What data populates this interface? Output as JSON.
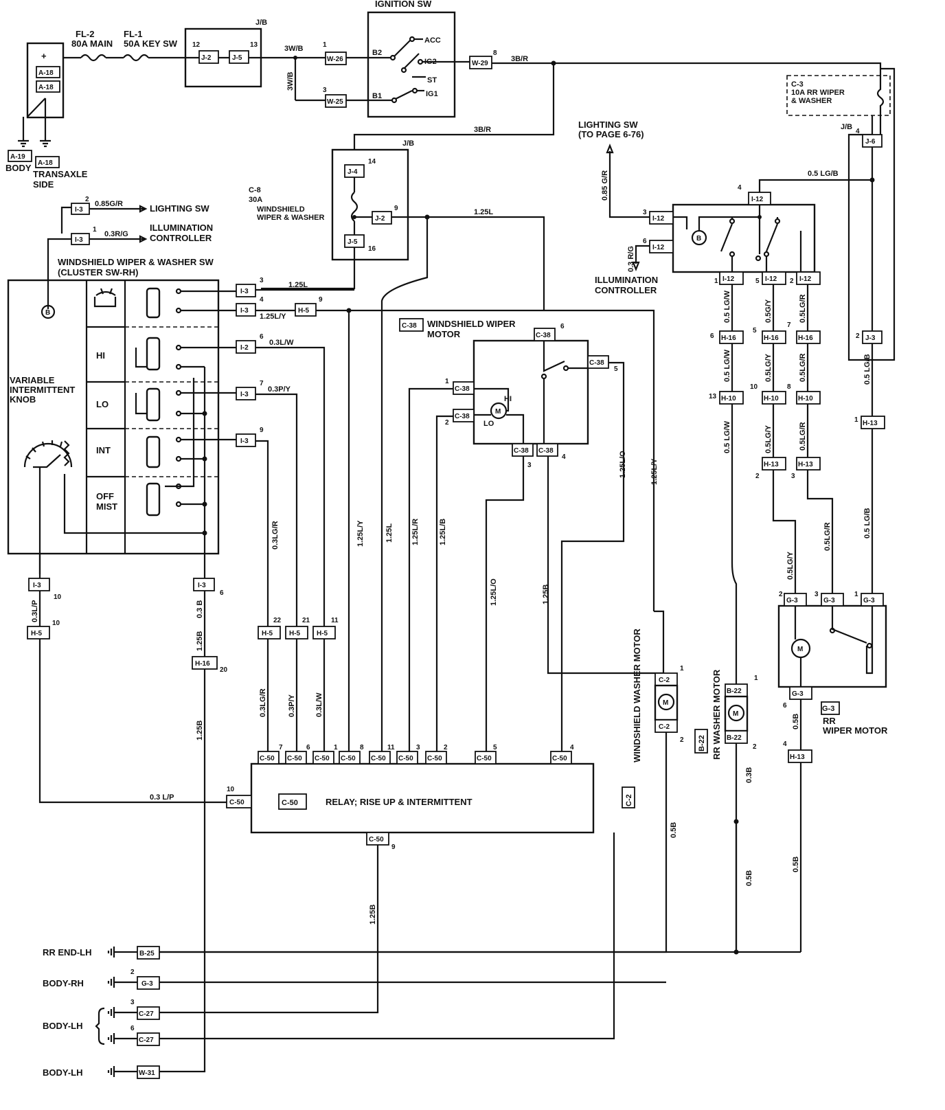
{
  "components": {
    "ignition_sw": "IGNITION SW",
    "fl2": [
      "FL-2",
      "80A MAIN"
    ],
    "fl1": [
      "FL-1",
      "50A KEY SW"
    ],
    "jb": "J/B",
    "ign_terms": [
      "B2",
      "B1",
      "ACC",
      "IG2",
      "ST",
      "IG1"
    ],
    "body": "BODY",
    "transaxle": [
      "TRANSAXLE",
      "SIDE"
    ],
    "c8": [
      "C-8",
      "30A",
      "WINDSHIELD",
      "WIPER & WASHER"
    ],
    "lighting_sw": "LIGHTING SW",
    "illum_ctrl": [
      "ILLUMINATION",
      "CONTROLLER"
    ],
    "wiper_sw": [
      "WINDSHIELD WIPER & WASHER SW",
      "(CLUSTER SW-RH)"
    ],
    "var_knob": [
      "VARIABLE",
      "INTERMITTENT",
      "KNOB"
    ],
    "sw_positions": [
      "HI",
      "LO",
      "INT",
      "OFF",
      "MIST"
    ],
    "wiper_motor": [
      "WINDSHIELD WIPER",
      "MOTOR"
    ],
    "wiper_motor_tag": "C-38",
    "hi_lo": [
      "HI",
      "LO"
    ],
    "lighting_sw_ref": [
      "LIGHTING SW",
      "(TO PAGE 6-76)"
    ],
    "illum_ctrl_r": [
      "ILLUMINATION",
      "CONTROLLER"
    ],
    "c3_fuse": [
      "C-3",
      "10A RR WIPER",
      "& WASHER"
    ],
    "relay_tag": "C-50",
    "relay": "RELAY; RISE UP & INTERMITTENT",
    "ws_washer": "WINDSHIELD WASHER MOTOR",
    "ws_washer_tag": "C-2",
    "rr_washer": "RR WASHER MOTOR",
    "rr_washer_tag": "B-22",
    "rr_wiper": [
      "RR",
      "WIPER MOTOR"
    ],
    "rr_wiper_tag": "G-3",
    "grounds": [
      "RR END-LH",
      "BODY-RH",
      "BODY-LH",
      "BODY-LH"
    ]
  },
  "wire_labels": {
    "w3wb_a": "3W/B",
    "w3wb_b": "3W/B",
    "w3br_a": "3B/R",
    "w3br_b": "3B/R",
    "jb_r": "J/B",
    "lgb_top": "0.5 LG/B",
    "g_r": "0.85 G/R",
    "r_g_illum": "0.3 R/G",
    "g_r_lt": "0.85G/R",
    "r_g_lt": "0.3R/G",
    "w125l_top": "1.25L",
    "w125l_sw": "1.25L",
    "w125ly_sw": "1.25L/Y",
    "lw_sw": "0.3L/W",
    "py_sw": "0.3P/Y",
    "lgr_v": "0.3LG/R",
    "ly_v": "1.25L/Y",
    "l_v": "1.25L",
    "lr_v": "1.25L/R",
    "lb_v": "1.25L/B",
    "lo_v": "1.25L/O",
    "b_v": "1.25B",
    "lo_r": "1.25L/O",
    "ly_r": "1.25L/Y",
    "lp": "0.3L/P",
    "b03": "0.3 B",
    "b125": "1.25B",
    "b125_low": "1.25B",
    "lgr_low": "0.3LG/R",
    "py_low": "0.3P/Y",
    "lw_low": "0.3L/W",
    "lp_low": "0.3 L/P",
    "b_relay": "1.25B",
    "lgw_1": "0.5 LG/W",
    "gy_1": "0.5G/Y",
    "lgr_1": "0.5LG/R",
    "lgw_2": "0.5 LG/W",
    "ly_2": "0.5LG/Y",
    "lgr_2": "0.5LG/R",
    "lgw_3": "0.5 LG/W",
    "ly_3": "0.5LG/Y",
    "lgr_3": "0.5LG/R",
    "ly_4": "0.5LG/Y",
    "lgr_4": "0.5LG/R",
    "lgb_1": "0.5 LG/B",
    "lgb_2": "0.5 LG/B",
    "b05_a": "0.5B",
    "b05_b": "0.5B",
    "b05_c": "0.5B",
    "b05_d": "0.5B",
    "b03_rr": "0.3B",
    "jb_lgb": "J/B"
  },
  "connectors": {
    "a18a": "A-18",
    "a18b": "A-18",
    "a19": "A-19",
    "a18g": "A-18",
    "j2a": "J-2",
    "j5a": "J-5",
    "w26": "W-26",
    "w25": "W-25",
    "w29": "W-29",
    "j4": "J-4",
    "j2b": "J-2",
    "j5b": "J-5",
    "i3a": "I-3",
    "i3b": "I-3",
    "i3c": "I-3",
    "i3d": "I-3",
    "h5a": "H-5",
    "i2a": "I-2",
    "i3e": "I-3",
    "i3f": "I-3",
    "c38_6": "C-38",
    "c38_5": "C-38",
    "c38_1": "C-38",
    "c38_2": "C-38",
    "c38_3": "C-38",
    "c38_4": "C-38",
    "i3g": "I-3",
    "h5b": "H-5",
    "i3h": "I-3",
    "h16": "H-16",
    "h5c": "H-5",
    "h5d": "H-5",
    "h5e": "H-5",
    "c50_7": "C-50",
    "c50_6": "C-50",
    "c50_1": "C-50",
    "c50_8": "C-50",
    "c50_11": "C-50",
    "c50_3": "C-50",
    "c50_2": "C-50",
    "c50_5": "C-50",
    "c50_4": "C-50",
    "c50_10": "C-50",
    "c50_9": "C-50",
    "c2a": "C-2",
    "c2b": "C-2",
    "i12_4": "I-12",
    "i12_3": "I-12",
    "i12_6": "I-12",
    "i12_1": "I-12",
    "i12_5": "I-12",
    "i12_2": "I-12",
    "h16_6": "H-16",
    "h16_5": "H-16",
    "h16_7": "H-16",
    "h10_13": "H-10",
    "h10_10": "H-10",
    "h10_8": "H-10",
    "h13_2": "H-13",
    "h13_3": "H-13",
    "h13_1": "H-13",
    "j6": "J-6",
    "j3": "J-3",
    "g3_2": "G-3",
    "g3_3": "G-3",
    "g3_1": "G-3",
    "g3_b": "G-3",
    "b22a": "B-22",
    "b22b": "B-22",
    "h13_4": "H-13",
    "b25": "B-25",
    "g3g": "G-3",
    "c27a": "C-27",
    "c27b": "C-27",
    "w31": "W-31"
  },
  "pins": {
    "p12": "12",
    "p13": "13",
    "p1w": "1",
    "p3w": "3",
    "p8": "8",
    "p14": "14",
    "p9": "9",
    "p16": "16",
    "p2": "2",
    "p1": "1",
    "p3a": "3",
    "p4a": "4",
    "p9a": "9",
    "p6a": "6",
    "p7a": "7",
    "p9b": "9",
    "p6c": "6",
    "p5c": "5",
    "p1c": "1",
    "p2c": "2",
    "p3c": "3",
    "p4c": "4",
    "p10a": "10",
    "p10b": "10",
    "p6d": "6",
    "p20": "20",
    "p22": "22",
    "p21": "21",
    "p11a": "11",
    "r7": "7",
    "r6": "6",
    "r1": "1",
    "r8": "8",
    "r11": "11",
    "r3": "3",
    "r2": "2",
    "r5": "5",
    "r4": "4",
    "r10": "10",
    "r9": "9",
    "c2_1": "1",
    "c2_2": "2",
    "i4": "4",
    "i3": "3",
    "i6": "6",
    "i1": "1",
    "i5": "5",
    "i2": "2",
    "h6": "6",
    "h5": "5",
    "h7": "7",
    "h13n": "13",
    "h10n": "10",
    "h8n": "8",
    "h2": "2",
    "h3": "3",
    "h1": "1",
    "j6p": "4",
    "j3p": "2",
    "g2": "2",
    "g3": "3",
    "g1": "1",
    "g6": "6",
    "b1": "1",
    "b2": "2",
    "h4": "4",
    "gr2": "2",
    "gc3": "3",
    "gc6": "6"
  }
}
